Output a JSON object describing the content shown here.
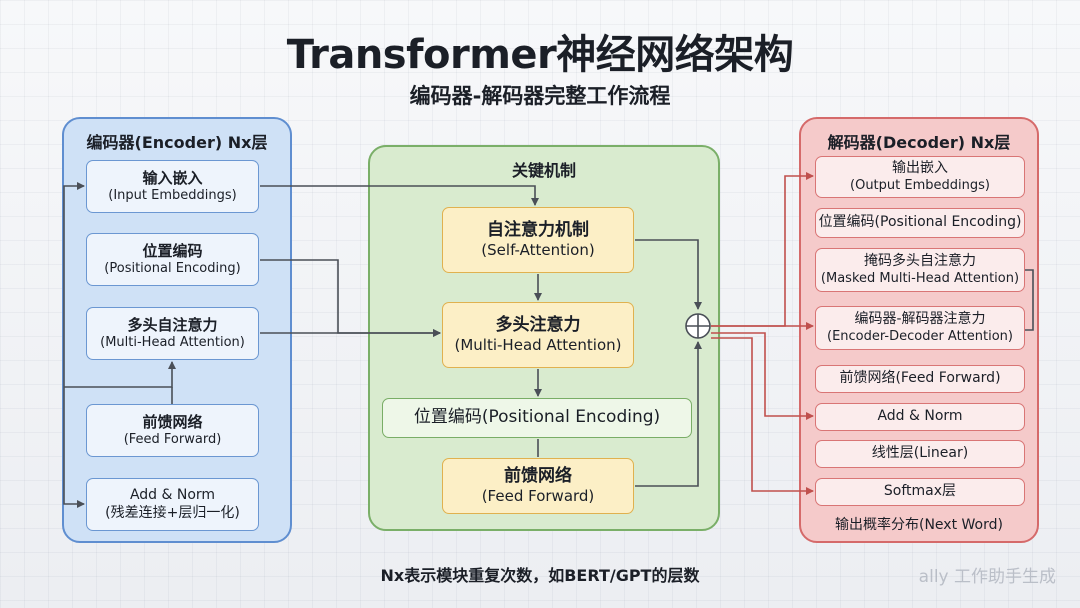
{
  "title": "Transformer神经网络架构",
  "subtitle": "编码器-解码器完整工作流程",
  "encoder": {
    "title": "编码器(Encoder) Nx层",
    "items": [
      {
        "main": "输入嵌入",
        "sub": "(Input Embeddings)"
      },
      {
        "main": "位置编码",
        "sub": "(Positional Encoding)"
      },
      {
        "main": "多头自注意力",
        "sub": "(Multi-Head Attention)"
      },
      {
        "main": "前馈网络",
        "sub": "(Feed Forward)"
      },
      {
        "main": "Add & Norm",
        "sub": "(残差连接+层归一化)"
      }
    ]
  },
  "key": {
    "title": "关键机制",
    "self_attention": {
      "main": "自注意力机制",
      "sub": "(Self-Attention)"
    },
    "multi_head": {
      "main": "多头注意力",
      "sub": "(Multi-Head Attention)"
    },
    "positional": {
      "main": "位置编码(Positional Encoding)"
    },
    "feed_forward": {
      "main": "前馈网络",
      "sub": "(Feed Forward)"
    }
  },
  "decoder": {
    "title": "解码器(Decoder) Nx层",
    "output_embeddings": {
      "main": "输出嵌入",
      "sub": "(Output Embeddings)"
    },
    "positional": "位置编码(Positional Encoding)",
    "masked": {
      "main": "掩码多头自注意力",
      "sub": "(Masked Multi-Head Attention)"
    },
    "enc_dec": {
      "main": "编码器-解码器注意力",
      "sub": "(Encoder-Decoder Attention)"
    },
    "feed_forward": "前馈网络(Feed Forward)",
    "add_norm": "Add & Norm",
    "linear": "线性层(Linear)",
    "softmax": "Softmax层",
    "output": "输出概率分布(Next Word)"
  },
  "footnote": "Nx表示模块重复次数，如BERT/GPT的层数",
  "watermark": "ally 工作助手生成",
  "colors": {
    "encoder": "#5f8ed0",
    "key": "#7aaf68",
    "decoder": "#d56a6a",
    "highlight": "#e0b14f"
  }
}
